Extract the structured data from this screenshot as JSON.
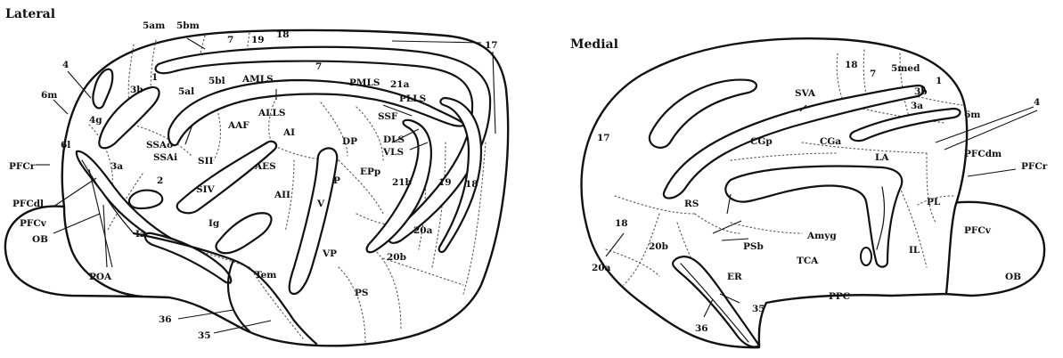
{
  "titles": {
    "lateral": "Lateral",
    "medial": "Medial"
  },
  "lateral_labels": {
    "l5am": "5am",
    "l5bm": "5bm",
    "l7a": "7",
    "l19a": "19",
    "l18a": "18",
    "l17": "17",
    "l4": "4",
    "l6m": "6m",
    "l3b": "3b",
    "l1": "1",
    "l5al": "5al",
    "l5bl": "5bl",
    "lAMLS": "AMLS",
    "l7b": "7",
    "lPMLS": "PMLS",
    "l21a": "21a",
    "lPLLS": "PLLS",
    "l4g": "4g",
    "lALLS": "ALLS",
    "lSSF": "SSF",
    "l6l": "6l",
    "lSSAo": "SSAo",
    "lSSAi": "SSAi",
    "lAAF": "AAF",
    "lAI": "AI",
    "lDP": "DP",
    "lDLS": "DLS",
    "lVLS": "VLS",
    "lPFCr": "PFCr",
    "l3a": "3a",
    "lSII": "SII",
    "lAES": "AES",
    "l2": "2",
    "lSIV": "SIV",
    "lP": "P",
    "lEPp": "EPp",
    "l21b": "21b",
    "l19b": "19",
    "l18b": "18",
    "lAII": "AII",
    "lV": "V",
    "lPFCdl": "PFCdl",
    "lPFCv": "PFCv",
    "lOB": "OB",
    "lIa": "Ia",
    "lIg": "Ig",
    "l20a": "20a",
    "lVP": "VP",
    "l20b": "20b",
    "lPOA": "POA",
    "lTem": "Tem",
    "lPS": "PS",
    "l36": "36",
    "l35": "35"
  },
  "medial_labels": {
    "m18a": "18",
    "m7": "7",
    "m5med": "5med",
    "m3b": "3b",
    "m1": "1",
    "m4": "4",
    "m3a": "3a",
    "m6m": "6m",
    "mSVA": "SVA",
    "m17": "17",
    "mCGp": "CGp",
    "mCGa": "CGa",
    "mLA": "LA",
    "mPFCdm": "PFCdm",
    "mPFCr": "PFCr",
    "mRS": "RS",
    "mPL": "PL",
    "m18b": "18",
    "m20b": "20b",
    "mAmyg": "Amyg",
    "mPSb": "PSb",
    "mTCA": "TCA",
    "mPFCv": "PFCv",
    "m20a": "20a",
    "mIL": "IL",
    "mOB": "OB",
    "mER": "ER",
    "mPPC": "PPC",
    "m35": "35",
    "m36": "36"
  }
}
